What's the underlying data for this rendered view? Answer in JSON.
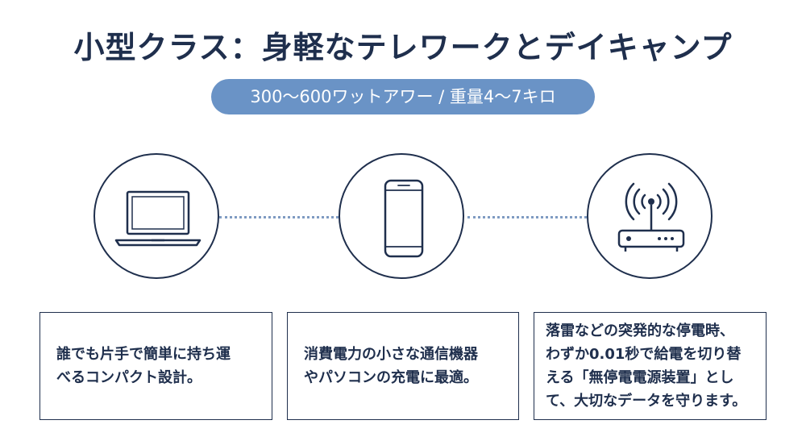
{
  "title": "小型クラス：身軽なテレワークとデイキャンプ",
  "subtitle": "300〜600ワットアワー / 重量4〜7キロ",
  "icons": [
    "laptop-icon",
    "smartphone-icon",
    "wifi-router-icon"
  ],
  "cards": [
    {
      "lines": [
        "誰でも片手で簡単に持ち運",
        "べるコンパクト設計。"
      ]
    },
    {
      "lines": [
        "消費電力の小さな通信機器",
        "やパソコンの充電に最適。"
      ]
    },
    {
      "lines": [
        "落雷などの突発的な停電時、",
        "わずか0.01秒で給電を切り替",
        "える「無停電電源装置」とし",
        "て、大切なデータを守ります。"
      ]
    }
  ],
  "colors": {
    "navy": "#1f2f4d",
    "pill": "#6a93c6",
    "connector": "#7f9bc2"
  }
}
